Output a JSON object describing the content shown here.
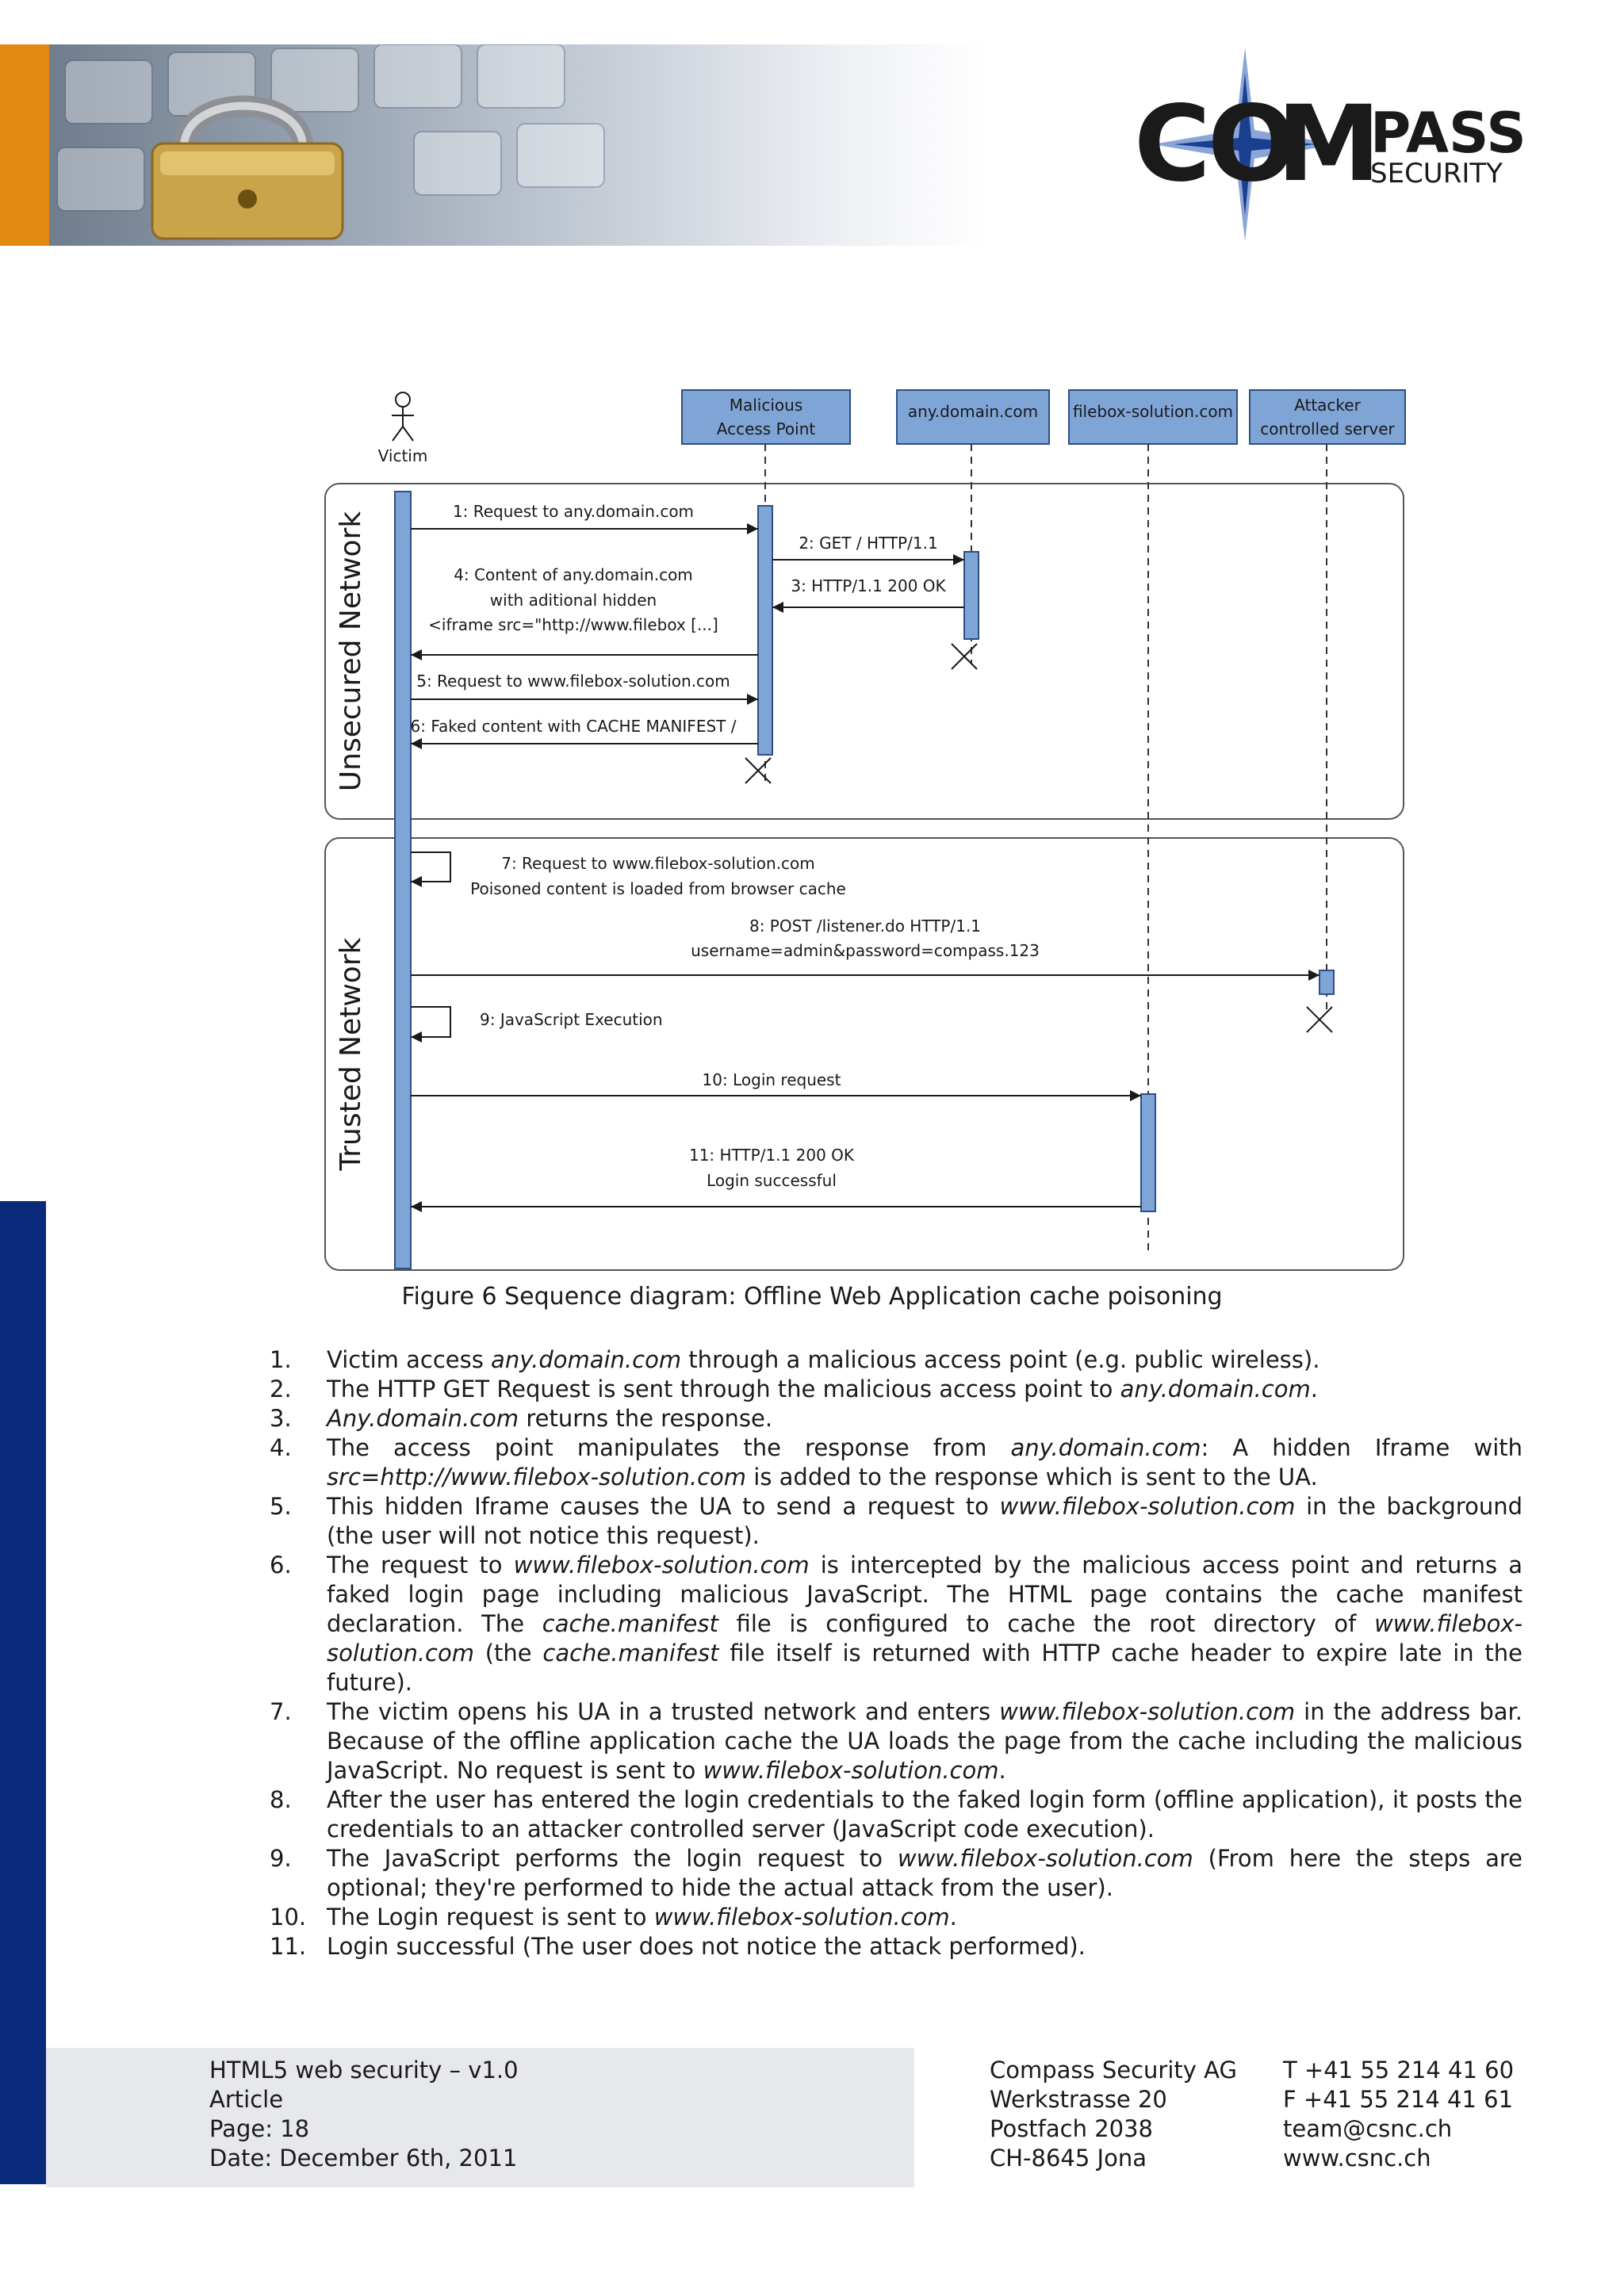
{
  "header": {
    "logo": {
      "main": "COMPASS",
      "sub": "SECURITY"
    }
  },
  "diagram": {
    "actors": [
      {
        "label": "Victim"
      },
      {
        "label_lines": [
          "Malicious",
          "Access Point"
        ]
      },
      {
        "label_lines": [
          "any.domain.com"
        ]
      },
      {
        "label_lines": [
          "filebox-solution.com"
        ]
      },
      {
        "label_lines": [
          "Attacker",
          "controlled server"
        ]
      }
    ],
    "zones": [
      {
        "label": "Unsecured Network"
      },
      {
        "label": "Trusted Network"
      }
    ],
    "messages": [
      {
        "lines": [
          "1: Request to any.domain.com"
        ]
      },
      {
        "lines": [
          "2: GET / HTTP/1.1"
        ]
      },
      {
        "lines": [
          "3: HTTP/1.1 200 OK"
        ]
      },
      {
        "lines": [
          "4: Content of any.domain.com",
          "with aditional  hidden",
          "<iframe src=\"http://www.filebox [...]"
        ]
      },
      {
        "lines": [
          "5: Request to www.filebox-solution.com"
        ]
      },
      {
        "lines": [
          "6: Faked content with CACHE MANIFEST /"
        ]
      },
      {
        "lines": [
          "7: Request to www.filebox-solution.com",
          "Poisoned content is loaded from browser cache"
        ]
      },
      {
        "lines": [
          "8: POST /listener.do HTTP/1.1",
          "username=admin&password=compass.123"
        ]
      },
      {
        "lines": [
          "9: JavaScript Execution"
        ]
      },
      {
        "lines": [
          "10: Login request"
        ]
      },
      {
        "lines": [
          "11: HTTP/1.1 200 OK",
          "Login successful"
        ]
      }
    ]
  },
  "caption": "Figure 6 Sequence diagram: Offline Web Application cache poisoning",
  "steps": [
    {
      "n": "1.",
      "parts": [
        [
          "Victim access ",
          0
        ],
        [
          "any.domain.com",
          1
        ],
        [
          " through a malicious access point (e.g. public wireless).",
          0
        ]
      ]
    },
    {
      "n": "2.",
      "parts": [
        [
          "The HTTP GET Request is sent through the malicious access point to ",
          0
        ],
        [
          "any.domain.com",
          1
        ],
        [
          ".",
          0
        ]
      ]
    },
    {
      "n": "3.",
      "parts": [
        [
          "Any.domain.com",
          1
        ],
        [
          " returns the response.",
          0
        ]
      ]
    },
    {
      "n": "4.",
      "parts": [
        [
          "The access point manipulates the response from ",
          0
        ],
        [
          "any.domain.com",
          1
        ],
        [
          ": A hidden Iframe with ",
          0
        ],
        [
          "src=http://www.filebox-solution.com",
          1
        ],
        [
          " is added to the response which is sent to the UA.",
          0
        ]
      ]
    },
    {
      "n": "5.",
      "parts": [
        [
          "This hidden Iframe causes the UA to send a request to ",
          0
        ],
        [
          "www.filebox-solution.com",
          1
        ],
        [
          " in the background (the user will not notice this request).",
          0
        ]
      ]
    },
    {
      "n": "6.",
      "parts": [
        [
          "The request to ",
          0
        ],
        [
          "www.filebox-solution.com",
          1
        ],
        [
          " is intercepted by the malicious access point and returns a faked login page including malicious JavaScript. The HTML page contains the cache manifest declaration. The ",
          0
        ],
        [
          "cache.manifest",
          1
        ],
        [
          " file is configured to cache the root directory of ",
          0
        ],
        [
          "www.filebox-solution.com",
          1
        ],
        [
          " (the ",
          0
        ],
        [
          "cache.manifest",
          1
        ],
        [
          " file itself is returned with HTTP cache header to expire late in the future).",
          0
        ]
      ]
    },
    {
      "n": "7.",
      "parts": [
        [
          "The victim opens his UA in a trusted network and enters ",
          0
        ],
        [
          "www.filebox-solution.com",
          1
        ],
        [
          " in the address bar. Because of the offline application cache the UA loads the page from the cache including the malicious JavaScript. No request is sent to ",
          0
        ],
        [
          "www.filebox-solution.com",
          1
        ],
        [
          ".",
          0
        ]
      ]
    },
    {
      "n": "8.",
      "parts": [
        [
          "After the user has entered the login credentials to the faked login form (offline application), it posts the credentials to an attacker controlled server (JavaScript code execution).",
          0
        ]
      ]
    },
    {
      "n": "9.",
      "parts": [
        [
          "The JavaScript performs the login request to ",
          0
        ],
        [
          "www.filebox-solution.com",
          1
        ],
        [
          " (From here the steps are optional; they're performed to hide the actual attack from the user).",
          0
        ]
      ]
    },
    {
      "n": "10.",
      "parts": [
        [
          "The Login request is sent to ",
          0
        ],
        [
          "www.filebox-solution.com",
          1
        ],
        [
          ".",
          0
        ]
      ]
    },
    {
      "n": "11.",
      "parts": [
        [
          "Login successful (The user does not notice the attack performed).",
          0
        ]
      ]
    }
  ],
  "footer": {
    "doc": [
      "HTML5 web security – v1.0",
      "Article",
      "Page: 18",
      "Date: December 6th, 2011"
    ],
    "address": [
      "Compass Security AG",
      "Werkstrasse 20",
      "Postfach 2038",
      "CH-8645 Jona"
    ],
    "contact": [
      "T +41 55 214 41 60",
      "F +41 55 214 41 61",
      "team@csnc.ch",
      "www.csnc.ch"
    ]
  }
}
